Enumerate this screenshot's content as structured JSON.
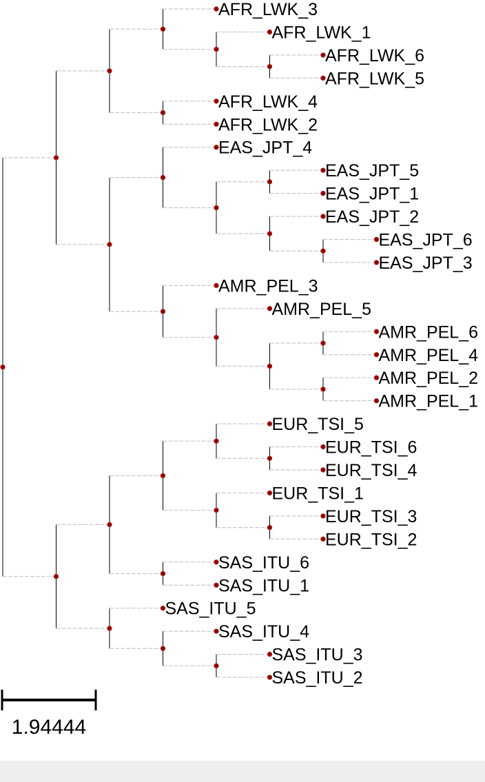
{
  "colors": {
    "background": "#ffffff",
    "branch_vertical": "#000000",
    "branch_horizontal": "#c8c8c8",
    "node_fill": "#8b0000",
    "node_stroke": "#b22222",
    "label_text": "#000000",
    "bottom_strip": "#eeeeee"
  },
  "scale_bar": {
    "label": "1.94444"
  },
  "tree": {
    "children": [
      {
        "children": [
          {
            "children": [
              {
                "children": [
                  {
                    "label": "AFR_LWK_3"
                  },
                  {
                    "children": [
                      {
                        "label": "AFR_LWK_1"
                      },
                      {
                        "children": [
                          {
                            "label": "AFR_LWK_6"
                          },
                          {
                            "label": "AFR_LWK_5"
                          }
                        ]
                      }
                    ]
                  }
                ]
              },
              {
                "children": [
                  {
                    "label": "AFR_LWK_4"
                  },
                  {
                    "label": "AFR_LWK_2"
                  }
                ]
              }
            ]
          },
          {
            "children": [
              {
                "children": [
                  {
                    "label": "EAS_JPT_4"
                  },
                  {
                    "children": [
                      {
                        "children": [
                          {
                            "label": "EAS_JPT_5"
                          },
                          {
                            "label": "EAS_JPT_1"
                          }
                        ]
                      },
                      {
                        "children": [
                          {
                            "label": "EAS_JPT_2"
                          },
                          {
                            "children": [
                              {
                                "label": "EAS_JPT_6"
                              },
                              {
                                "label": "EAS_JPT_3"
                              }
                            ]
                          }
                        ]
                      }
                    ]
                  }
                ]
              },
              {
                "children": [
                  {
                    "label": "AMR_PEL_3"
                  },
                  {
                    "children": [
                      {
                        "label": "AMR_PEL_5"
                      },
                      {
                        "children": [
                          {
                            "children": [
                              {
                                "label": "AMR_PEL_6"
                              },
                              {
                                "label": "AMR_PEL_4"
                              }
                            ]
                          },
                          {
                            "children": [
                              {
                                "label": "AMR_PEL_2"
                              },
                              {
                                "label": "AMR_PEL_1"
                              }
                            ]
                          }
                        ]
                      }
                    ]
                  }
                ]
              }
            ]
          }
        ]
      },
      {
        "children": [
          {
            "children": [
              {
                "children": [
                  {
                    "children": [
                      {
                        "label": "EUR_TSI_5"
                      },
                      {
                        "children": [
                          {
                            "label": "EUR_TSI_6"
                          },
                          {
                            "label": "EUR_TSI_4"
                          }
                        ]
                      }
                    ]
                  },
                  {
                    "children": [
                      {
                        "label": "EUR_TSI_1"
                      },
                      {
                        "children": [
                          {
                            "label": "EUR_TSI_3"
                          },
                          {
                            "label": "EUR_TSI_2"
                          }
                        ]
                      }
                    ]
                  }
                ]
              },
              {
                "children": [
                  {
                    "label": "SAS_ITU_6"
                  },
                  {
                    "label": "SAS_ITU_1"
                  }
                ]
              }
            ]
          },
          {
            "children": [
              {
                "label": "SAS_ITU_5"
              },
              {
                "children": [
                  {
                    "label": "SAS_ITU_4"
                  },
                  {
                    "children": [
                      {
                        "label": "SAS_ITU_3"
                      },
                      {
                        "label": "SAS_ITU_2"
                      }
                    ]
                  }
                ]
              }
            ]
          }
        ]
      }
    ]
  }
}
